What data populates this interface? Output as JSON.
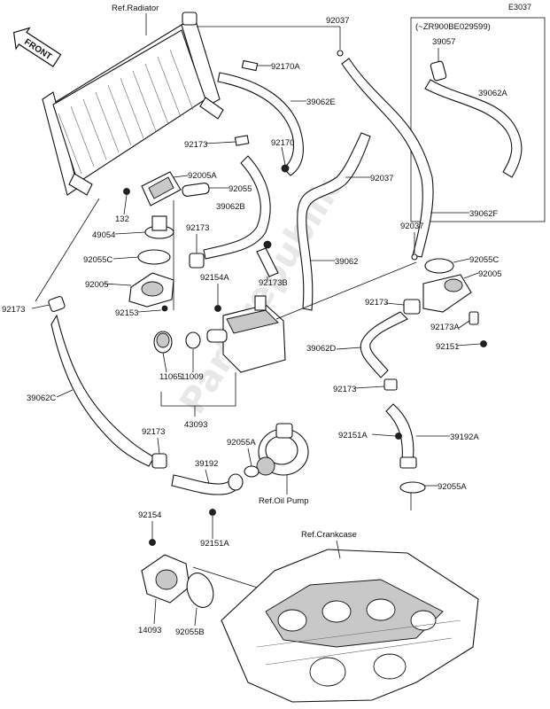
{
  "diagram_code": "E3037",
  "model_note": "(~ZR900BE029599)",
  "front_label": "FRONT",
  "watermark": "Partsrepublik",
  "references": {
    "radiator": "Ref.Radiator",
    "oil_pump": "Ref.Oil Pump",
    "crankcase": "Ref.Crankcase"
  },
  "parts": {
    "p92037_top": "92037",
    "p92170A": "92170A",
    "p39057": "39057",
    "p39062A": "39062A",
    "p39062E": "39062E",
    "p92173_a": "92173",
    "p92170": "92170",
    "p92005A": "92005A",
    "p92055": "92055",
    "p92037_mid": "92037",
    "p132": "132",
    "p49054": "49054",
    "p39062B": "39062B",
    "p92173_b": "92173",
    "p39062F": "39062F",
    "p92037_right": "92037",
    "p92055C_left": "92055C",
    "p39062": "39062",
    "p92055C_right": "92055C",
    "p92005_right": "92005",
    "p92173B": "92173B",
    "p92005_left": "92005",
    "p92154A": "92154A",
    "p92173_left": "92173",
    "p92173_right": "92173",
    "p92153": "92153",
    "p92173A": "92173A",
    "p92151": "92151",
    "p39062D": "39062D",
    "p11065": "11065",
    "p11009": "11009",
    "p92173_c": "92173",
    "p39062C": "39062C",
    "p43093": "43093",
    "p92151A_right": "92151A",
    "p39192A": "39192A",
    "p92173_d": "92173",
    "p92055A_top": "92055A",
    "p39192": "39192",
    "p92055A_right": "92055A",
    "p92154": "92154",
    "p92151A_bottom": "92151A",
    "p14093": "14093",
    "p92055B": "92055B"
  }
}
